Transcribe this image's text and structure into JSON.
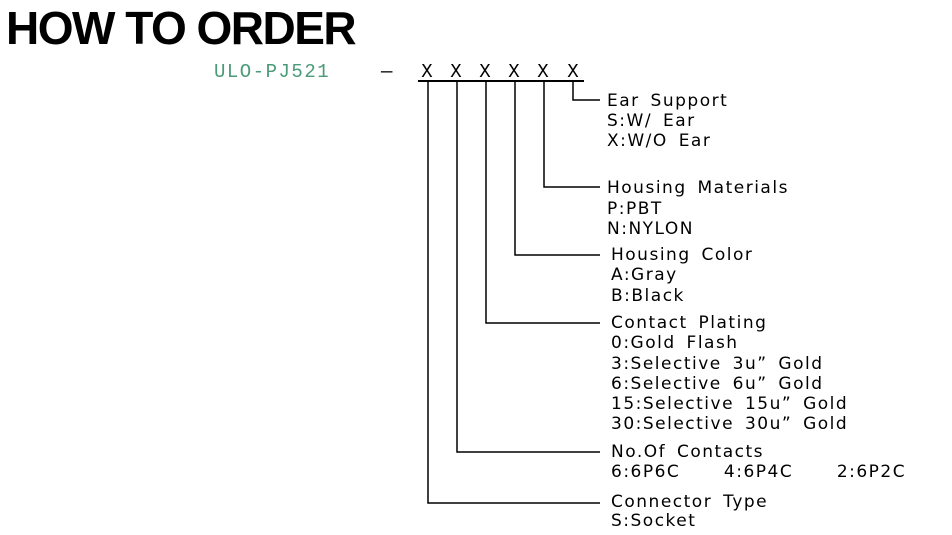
{
  "title": "HOW TO ORDER",
  "part_number": "ULO-PJ521",
  "separator": "—",
  "placeholder_char": "X",
  "colors": {
    "part_number": "#4a9a78",
    "lines": "#000000",
    "text": "#000000"
  },
  "fields": [
    {
      "heading": "Ear Support",
      "options": [
        "S:W/ Ear",
        "X:W/O Ear"
      ]
    },
    {
      "heading": "Housing Materials",
      "options": [
        "P:PBT",
        "N:NYLON"
      ]
    },
    {
      "heading": "Housing Color",
      "options": [
        "A:Gray",
        "B:Black"
      ]
    },
    {
      "heading": "Contact Plating",
      "options": [
        "0:Gold Flash",
        "3:Selective 3u” Gold",
        "6:Selective 6u” Gold",
        "15:Selective 15u” Gold",
        "30:Selective 30u” Gold"
      ]
    },
    {
      "heading": "No.Of Contacts",
      "options": [
        "6:6P6C    4:6P4C    2:6P2C"
      ]
    },
    {
      "heading": "Connector Type",
      "options": [
        "S:Socket"
      ]
    }
  ]
}
